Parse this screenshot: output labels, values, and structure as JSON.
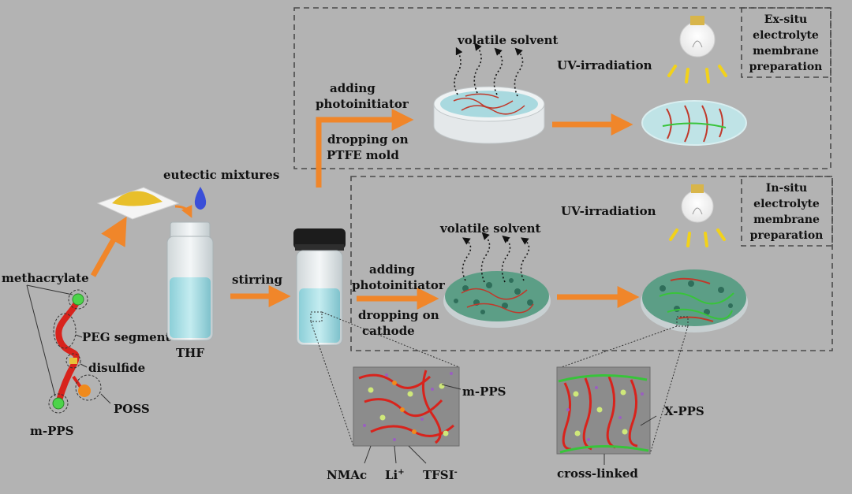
{
  "panels": {
    "ex_situ": {
      "title_lines": [
        "Ex-situ",
        "electrolyte",
        "membrane",
        "preparation"
      ]
    },
    "in_situ": {
      "title_lines": [
        "In-situ",
        "electrolyte",
        "membrane",
        "preparation"
      ]
    }
  },
  "labels": {
    "volatile_solvent_top": "volatile solvent",
    "uv_top": "UV-irradiation",
    "adding_top": "adding",
    "photoinitiator_top": "photoinitiator",
    "dropping_on_top": "dropping on",
    "ptfe_mold": "PTFE mold",
    "eutectic_mixtures": "eutectic mixtures",
    "uv_bottom": "UV-irradiation",
    "volatile_solvent_bottom": "volatile solvent",
    "adding_bottom": "adding",
    "photoinitiator_bottom": "photoinitiator",
    "dropping_on_bottom": "dropping on",
    "cathode": "cathode",
    "stirring": "stirring",
    "thf": "THF",
    "methacrylate": "methacrylate",
    "peg_segment": "PEG segment",
    "disulfide": "disulfide",
    "poss": "POSS",
    "m_pps_left": "m-PPS",
    "m_pps_inset": "m-PPS",
    "nmac": "NMAc",
    "li_base": "Li",
    "li_sup": "+",
    "tfsi_base": "TFSI",
    "tfsi_sup": "-",
    "x_pps": "X-PPS",
    "cross_linked": "cross-linked"
  },
  "colors": {
    "background": "#b3b3b3",
    "arrow": "#f0862a",
    "panel_border": "#4a4a4a",
    "polymer_red": "#d8231c",
    "methacrylate_green": "#4cd44a",
    "poss_orange": "#f08a1c",
    "solution_blue": "#9fd8e0",
    "inset_gray": "#8c8c8c",
    "crosslink_green": "#38c43a"
  }
}
